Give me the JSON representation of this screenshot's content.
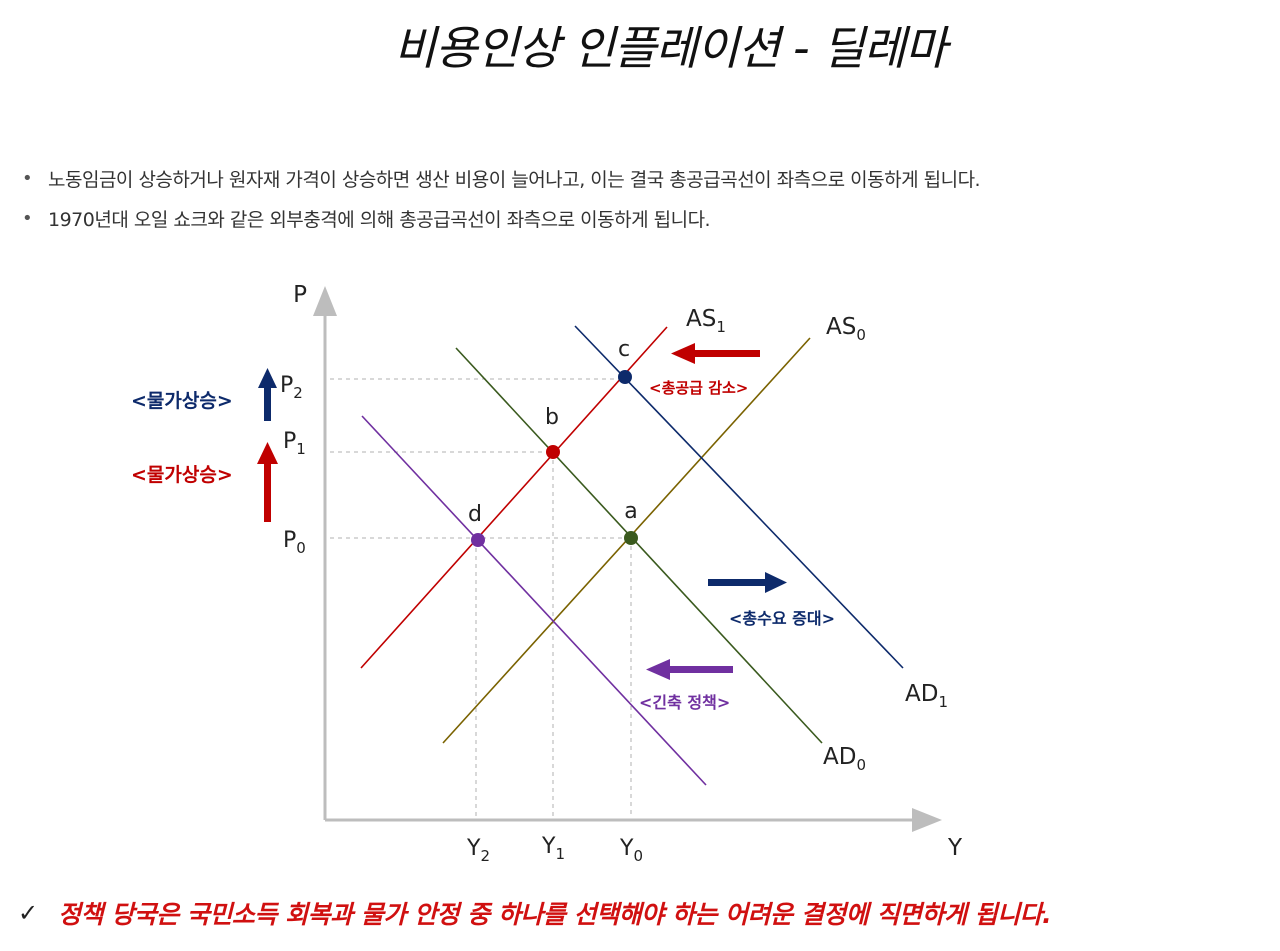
{
  "title": "비용인상 인플레이션 - 딜레마",
  "bullets": [
    "노동임금이 상승하거나 원자재 가격이 상승하면 생산 비용이 늘어나고, 이는 결국 총공급곡선이 좌측으로 이동하게 됩니다.",
    "1970년대 오일 쇼크와 같은 외부충격에 의해 총공급곡선이 좌측으로 이동하게 됩니다."
  ],
  "bullet_symbol": "•",
  "diagram": {
    "axis": {
      "y_label": "P",
      "x_label": "Y"
    },
    "price_levels": {
      "p0": "P",
      "p0_sub": "0",
      "p1": "P",
      "p1_sub": "1",
      "p2": "P",
      "p2_sub": "2"
    },
    "output_levels": {
      "y0": "Y",
      "y0_sub": "0",
      "y1": "Y",
      "y1_sub": "1",
      "y2": "Y",
      "y2_sub": "2"
    },
    "curves": {
      "as0": {
        "label": "AS",
        "sub": "0",
        "color": "#7a6200"
      },
      "as1": {
        "label": "AS",
        "sub": "1",
        "color": "#c00000"
      },
      "ad0": {
        "label": "AD",
        "sub": "0",
        "color": "#3a5a1e"
      },
      "ad1": {
        "label": "AD",
        "sub": "1",
        "color": "#0d2a6b"
      },
      "contraction": {
        "color": "#7030a0"
      }
    },
    "points": {
      "a": "a",
      "b": "b",
      "c": "c",
      "d": "d"
    },
    "annotations": {
      "supply_decrease": "<총공급 감소>",
      "demand_increase": "<총수요 증대>",
      "tight_policy": "<긴축 정책>",
      "price_rise_1": "<물가상승>",
      "price_rise_2": "<물가상승>"
    },
    "colors": {
      "red": "#c00000",
      "navy": "#0d2a6b",
      "purple": "#7030a0",
      "olive": "#7a6200",
      "green": "#3a5a1e"
    }
  },
  "conclusion": {
    "check": "✓",
    "text": "정책 당국은 국민소득 회복과 물가 안정 중 하나를 선택해야 하는 어려운 결정에 직면하게 됩니다."
  }
}
